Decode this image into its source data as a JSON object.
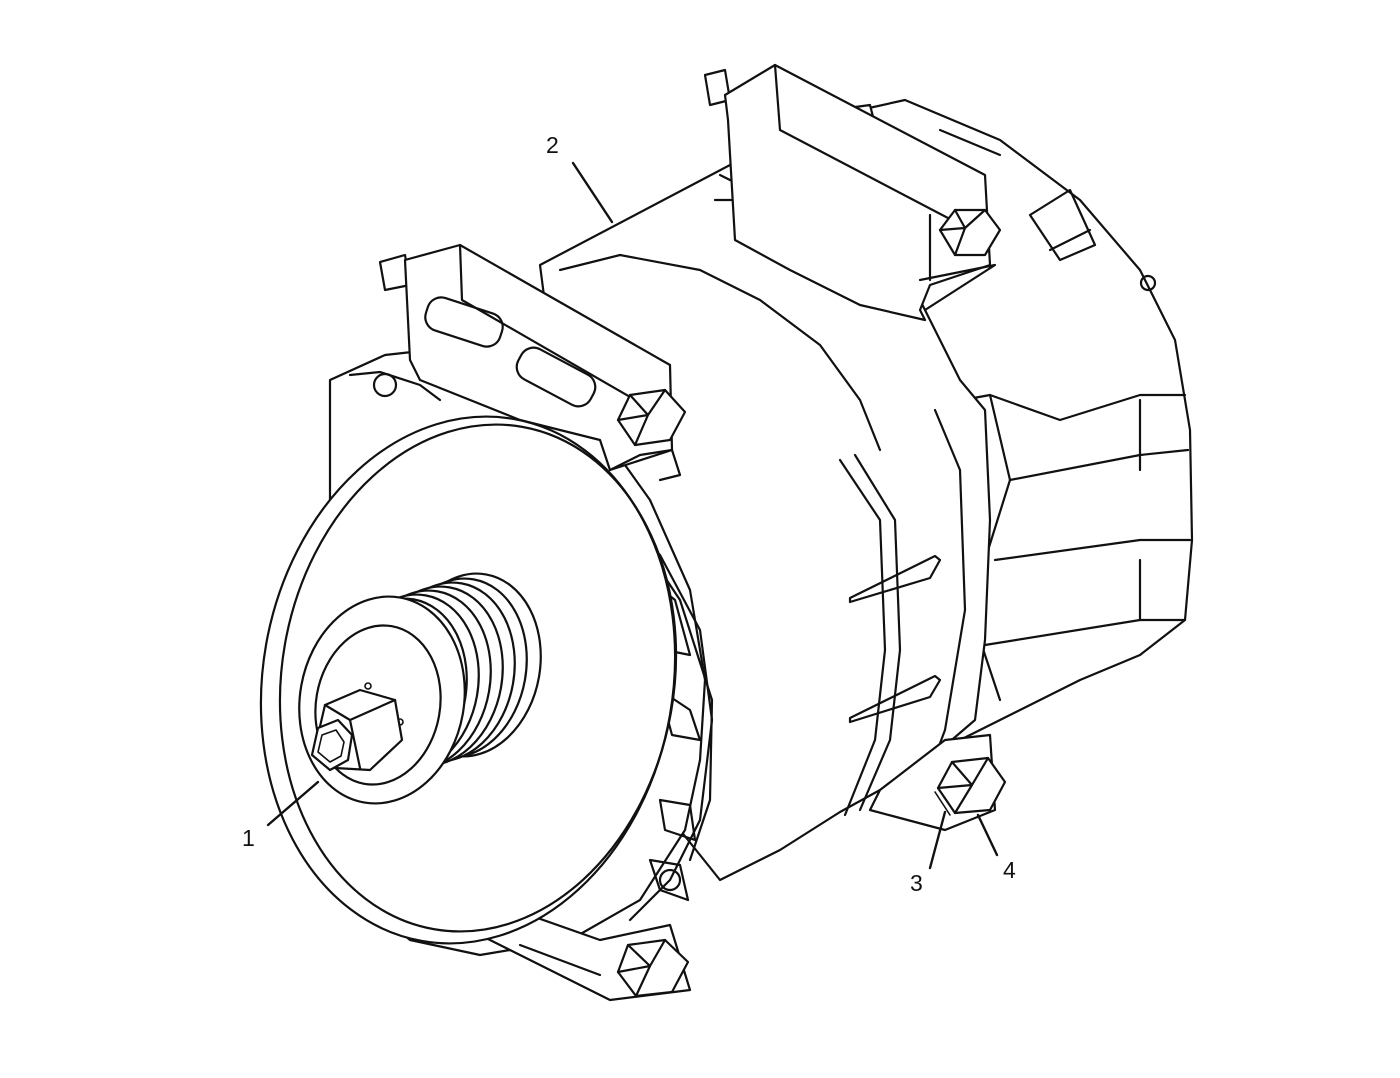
{
  "diagram": {
    "subject": "alternator",
    "callouts": [
      {
        "id": "1",
        "label": "1"
      },
      {
        "id": "2",
        "label": "2"
      },
      {
        "id": "3",
        "label": "3"
      },
      {
        "id": "4",
        "label": "4"
      }
    ]
  },
  "colors": {
    "line": "#111111",
    "background": "#ffffff"
  }
}
